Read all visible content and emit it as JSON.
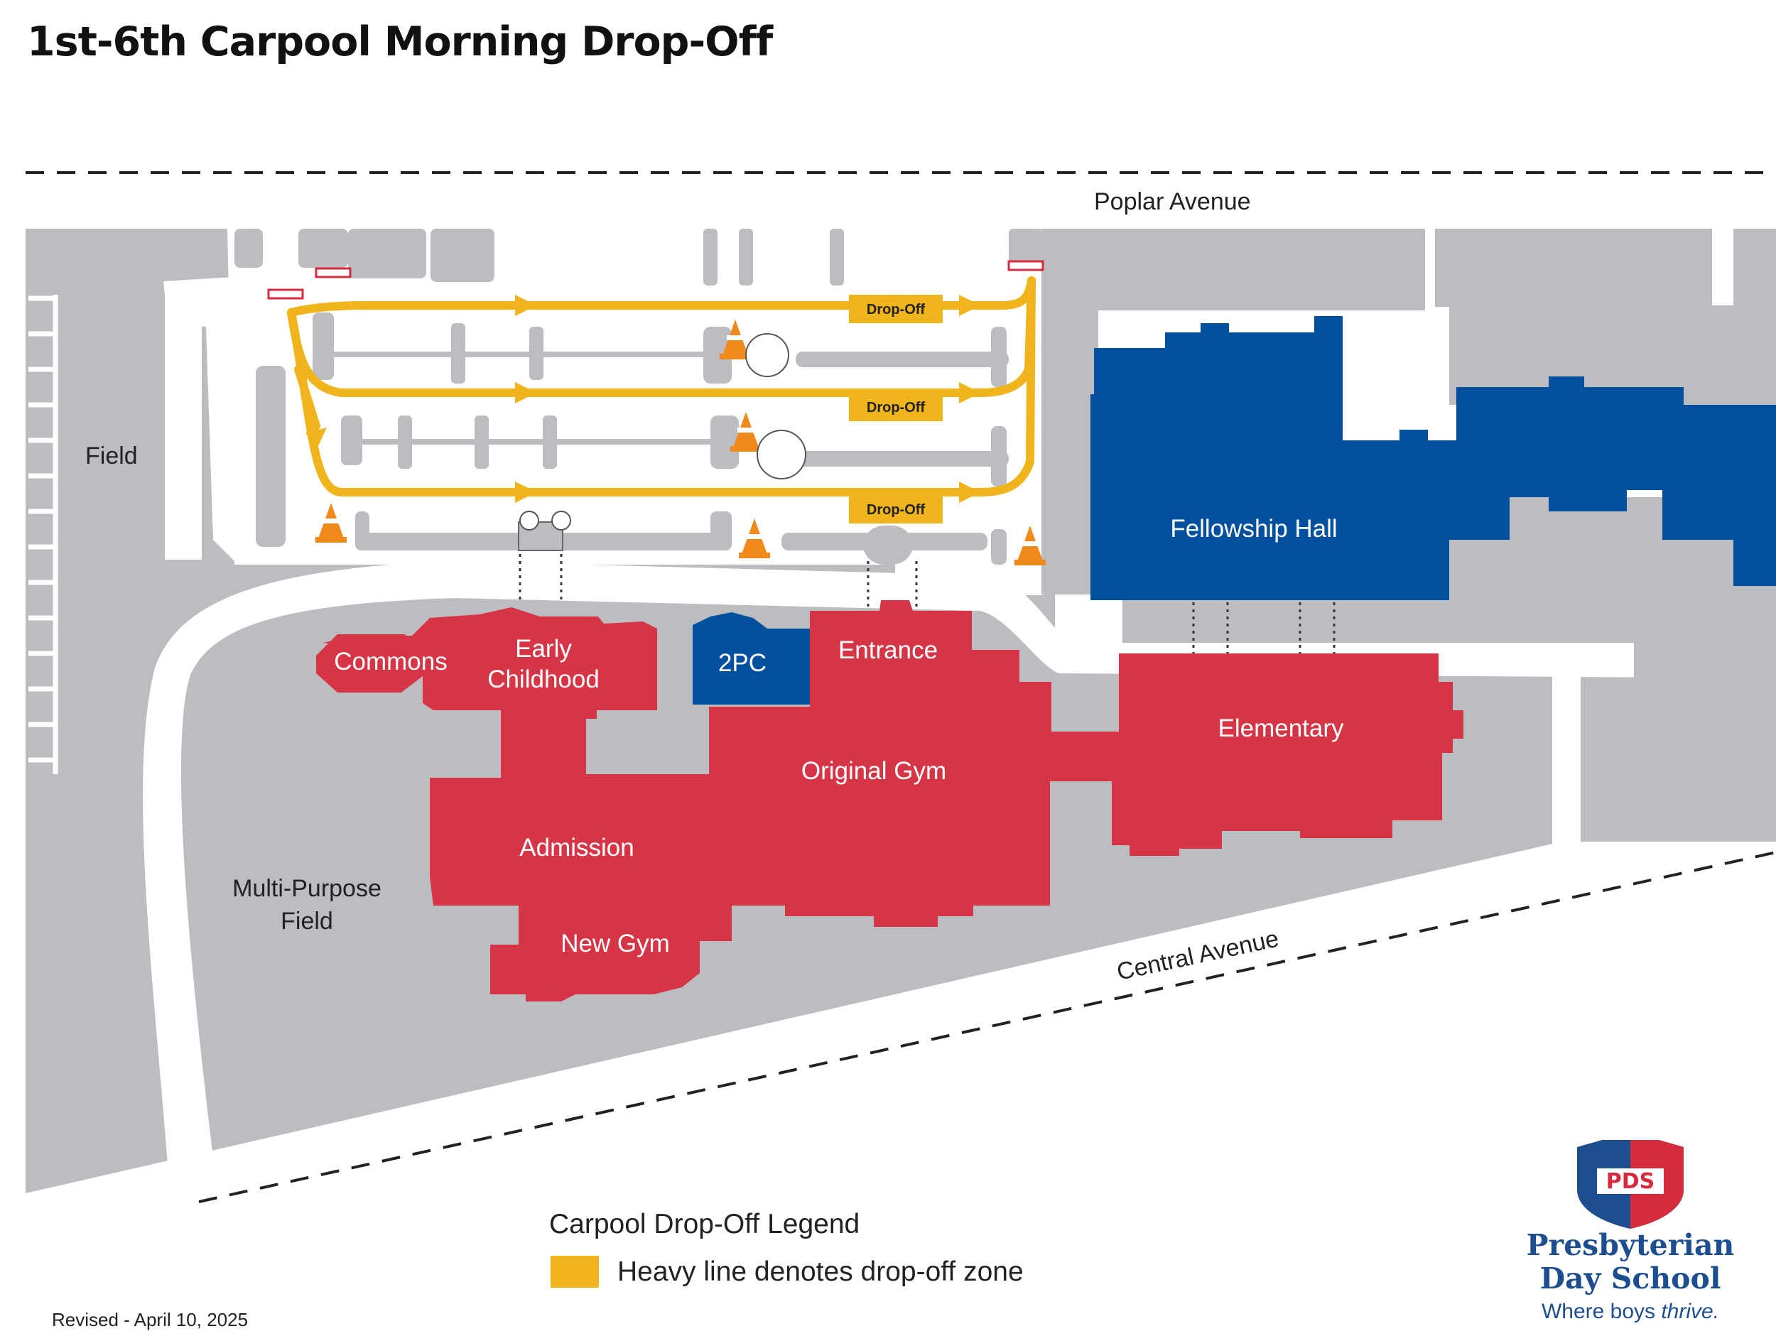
{
  "title": "1st-6th Carpool Morning Drop-Off",
  "colors": {
    "ground": "#bcbdc0",
    "lot": "#ffffff",
    "building_red": "#d63545",
    "building_blue": "#02509e",
    "route": "#f0b41c",
    "logo_blue": "#1d4e8f",
    "logo_red": "#d62b3c"
  },
  "streets": {
    "north": "Poplar Avenue",
    "south": "Central Avenue"
  },
  "areas": {
    "field": "Field",
    "multi_purpose_line1": "Multi-Purpose",
    "multi_purpose_line2": "Field"
  },
  "buildings": {
    "commons": "Commons",
    "early_childhood_line1": "Early",
    "early_childhood_line2": "Childhood",
    "two_pc": "2PC",
    "entrance": "Entrance",
    "fellowship_hall": "Fellowship Hall",
    "elementary": "Elementary",
    "original_gym": "Original Gym",
    "admission": "Admission",
    "new_gym": "New Gym"
  },
  "route": {
    "zone_labels": [
      "Drop-Off",
      "Drop-Off",
      "Drop-Off"
    ]
  },
  "legend": {
    "title": "Carpool Drop-Off Legend",
    "item": "Heavy line denotes drop-off zone"
  },
  "revised": "Revised - April 10, 2025",
  "logo": {
    "badge": "PDS",
    "name_line1": "Presbyterian",
    "name_line2": "Day School",
    "tagline_plain": "Where boys ",
    "tagline_italic": "thrive."
  }
}
